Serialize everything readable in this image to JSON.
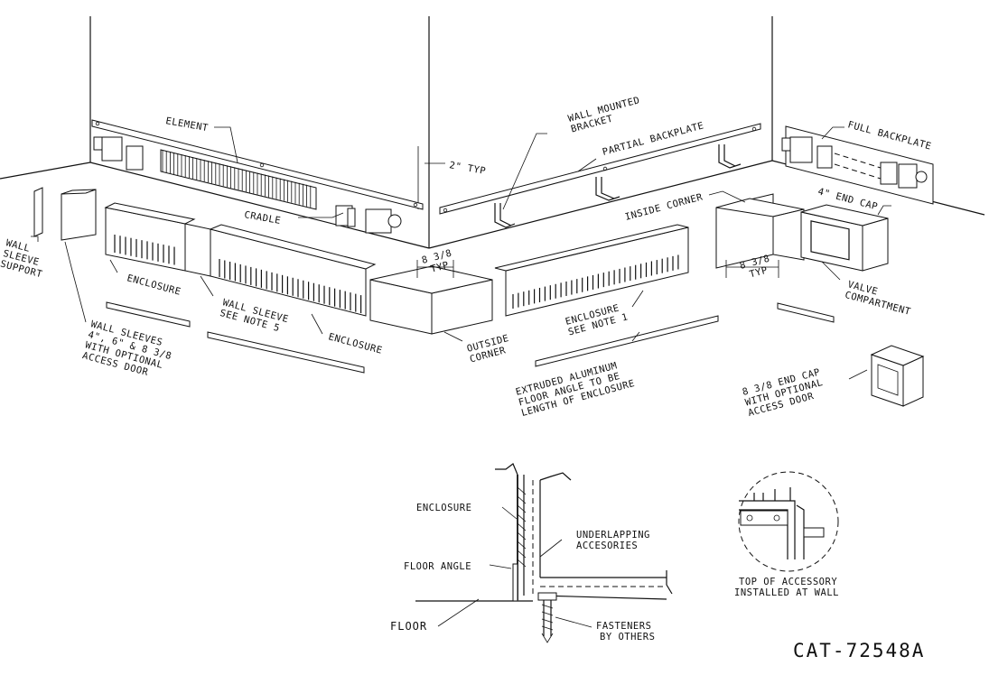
{
  "drawing": {
    "catalog_number": "CAT-72548A"
  },
  "labels": {
    "element": "ELEMENT",
    "typ_2": "2\" TYP",
    "cradle": "CRADLE",
    "wall_mounted_bracket": [
      "WALL MOUNTED",
      "BRACKET"
    ],
    "partial_backplate": "PARTIAL BACKPLATE",
    "full_backplate": "FULL BACKPLATE",
    "inside_corner": "INSIDE CORNER",
    "end_cap_4": "4\" END CAP",
    "wall_sleeve_support": [
      "WALL",
      "SLEEVE",
      "SUPPORT"
    ],
    "enclosure_left": "ENCLOSURE",
    "wall_sleeve_note": [
      "WALL SLEEVE",
      "SEE NOTE 5"
    ],
    "enclosure_mid": "ENCLOSURE",
    "wall_sleeves": [
      "WALL SLEEVES",
      "4\", 6\" & 8 3/8",
      "WITH OPTIONAL",
      "ACCESS DOOR"
    ],
    "dim_outside": [
      "8 3/8",
      "TYP"
    ],
    "outside_corner": [
      "OUTSIDE",
      "CORNER"
    ],
    "enclosure_note1": [
      "ENCLOSURE",
      "SEE NOTE 1"
    ],
    "extruded": [
      "EXTRUDED ALUMINUM",
      "FLOOR ANGLE TO BE",
      "LENGTH OF ENCLOSURE"
    ],
    "dim_inside": [
      "8 3/8",
      "TYP"
    ],
    "valve_compartment": [
      "VALVE",
      "COMPARTMENT"
    ],
    "end_cap_83": [
      "8 3/8 END CAP",
      "WITH OPTIONAL",
      "ACCESS DOOR"
    ]
  },
  "detail": {
    "enclosure": "ENCLOSURE",
    "underlapping": [
      "UNDERLAPPING",
      "ACCESORIES"
    ],
    "floor_angle": "FLOOR ANGLE",
    "floor": "FLOOR",
    "fasteners": [
      "FASTENERS",
      "BY OTHERS"
    ],
    "top_accessory": [
      "TOP OF ACCESSORY",
      "INSTALLED AT WALL"
    ]
  }
}
